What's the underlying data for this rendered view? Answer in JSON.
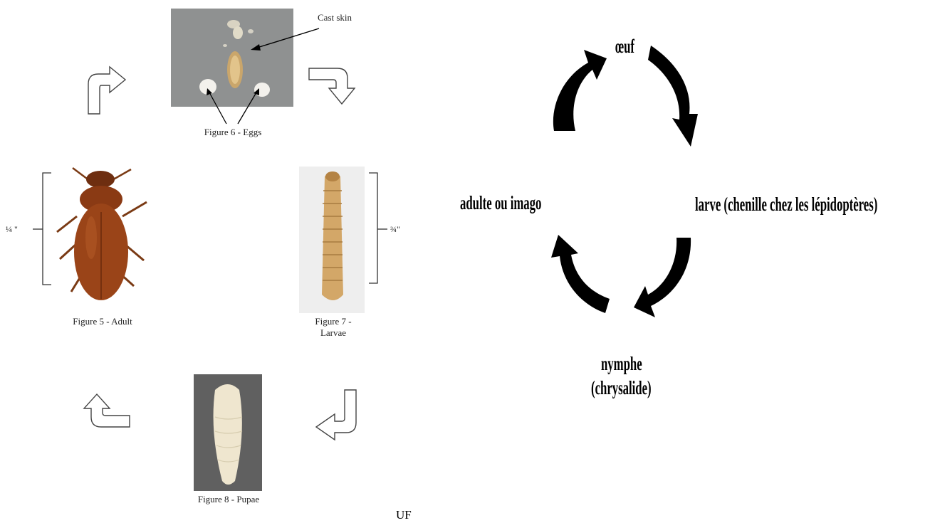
{
  "left_cycle": {
    "cast_skin_label": "Cast skin",
    "eggs_caption": "Figure 6 - Eggs",
    "adult_caption": "Figure 5 - Adult",
    "larvae_caption_line1": "Figure 7 -",
    "larvae_caption_line2": "Larvae",
    "pupae_caption": "Figure 8 - Pupae",
    "adult_size": "¼ \"",
    "larvae_size": "¾\""
  },
  "right_cycle": {
    "oeuf": "œuf",
    "larve": "larve (chenille chez les lépidoptères)",
    "adulte": "adulte ou imago",
    "nymphe_line1": "nymphe",
    "nymphe_line2": "(chrysalide)"
  },
  "credit": "UF"
}
